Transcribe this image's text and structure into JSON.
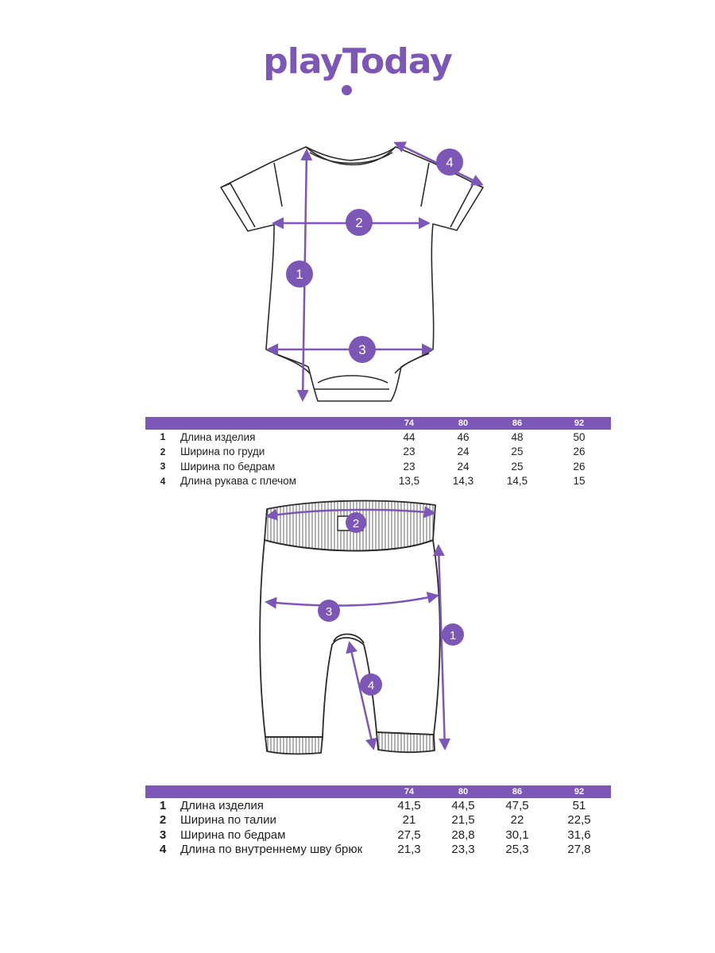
{
  "brand": {
    "logo_text": "playToday"
  },
  "colors": {
    "accent": "#7c57b5",
    "outline": "#2b2b2b"
  },
  "bodysuit": {
    "markers": [
      "1",
      "2",
      "3",
      "4"
    ],
    "table": {
      "sizes": [
        "74",
        "80",
        "86",
        "92"
      ],
      "rows": [
        {
          "num": "1",
          "label": "Длина изделия",
          "values": [
            "44",
            "46",
            "48",
            "50"
          ]
        },
        {
          "num": "2",
          "label": "Ширина по груди",
          "values": [
            "23",
            "24",
            "25",
            "26"
          ]
        },
        {
          "num": "3",
          "label": "Ширина по бедрам",
          "values": [
            "23",
            "24",
            "25",
            "26"
          ]
        },
        {
          "num": "4",
          "label": "Длина рукава с плечом",
          "values": [
            "13,5",
            "14,3",
            "14,5",
            "15"
          ]
        }
      ]
    }
  },
  "pants": {
    "markers": [
      "1",
      "2",
      "3",
      "4"
    ],
    "table": {
      "sizes": [
        "74",
        "80",
        "86",
        "92"
      ],
      "rows": [
        {
          "num": "1",
          "label": "Длина изделия",
          "values": [
            "41,5",
            "44,5",
            "47,5",
            "51"
          ]
        },
        {
          "num": "2",
          "label": "Ширина по талии",
          "values": [
            "21",
            "21,5",
            "22",
            "22,5"
          ]
        },
        {
          "num": "3",
          "label": "Ширина по бедрам",
          "values": [
            "27,5",
            "28,8",
            "30,1",
            "31,6"
          ]
        },
        {
          "num": "4",
          "label": "Длина по внутреннему шву брюк",
          "values": [
            "21,3",
            "23,3",
            "25,3",
            "27,8"
          ]
        }
      ]
    }
  }
}
